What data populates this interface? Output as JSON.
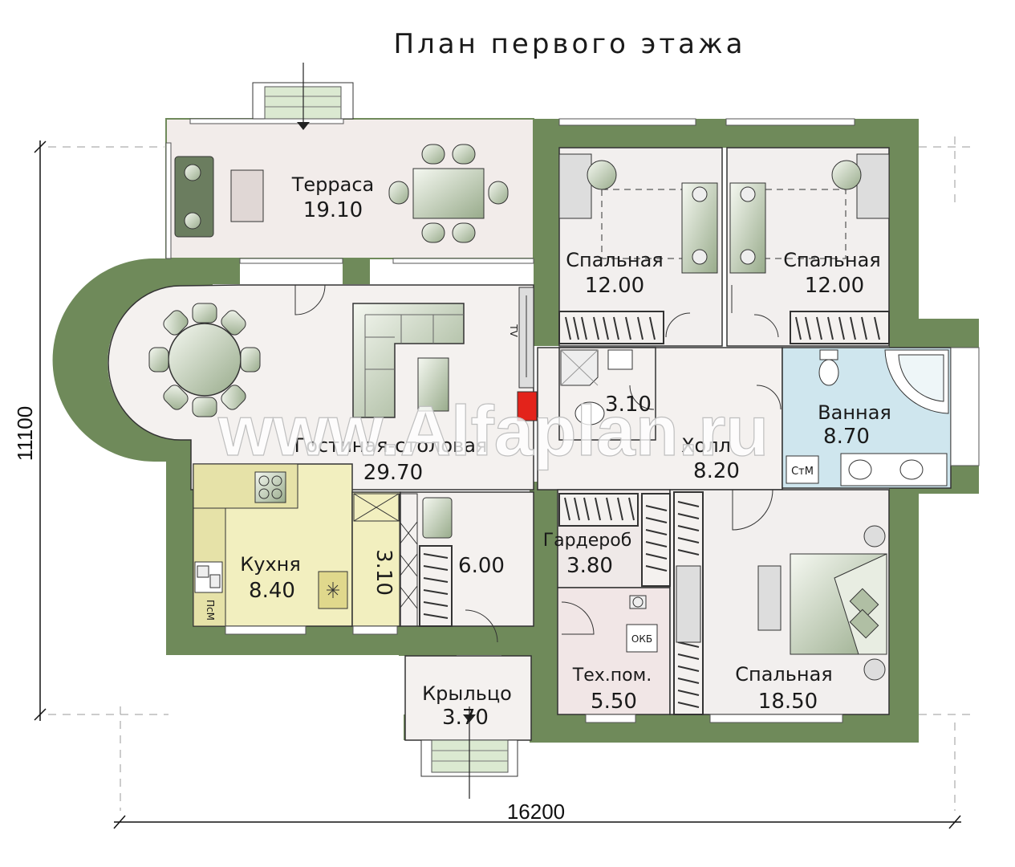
{
  "title": "План первого этажа",
  "watermark": "www.Alfaplan.ru",
  "dimensions": {
    "width": "16200",
    "height": "11100"
  },
  "rooms": [
    {
      "id": "terrace",
      "name": "Терраса",
      "area": "19.10"
    },
    {
      "id": "bedroom-1",
      "name": "Спальная",
      "area": "12.00"
    },
    {
      "id": "bedroom-2",
      "name": "Спальная",
      "area": "12.00"
    },
    {
      "id": "living",
      "name": "Гостиная-столовая",
      "area": "29.70"
    },
    {
      "id": "shower",
      "name": "",
      "area": "3.10"
    },
    {
      "id": "hall",
      "name": "Холл",
      "area": "8.20"
    },
    {
      "id": "bath",
      "name": "Ванная",
      "area": "8.70"
    },
    {
      "id": "kitchen",
      "name": "Кухня",
      "area": "8.40"
    },
    {
      "id": "pantry",
      "name": "",
      "area": "3.10"
    },
    {
      "id": "vestibule",
      "name": "",
      "area": "6.00"
    },
    {
      "id": "wardrobe",
      "name": "Гардероб",
      "area": "3.80"
    },
    {
      "id": "tech",
      "name": "Тех.пом.",
      "area": "5.50"
    },
    {
      "id": "bedroom-3",
      "name": "Спальная",
      "area": "18.50"
    },
    {
      "id": "porch",
      "name": "Крыльцо",
      "area": "3.70"
    }
  ],
  "fixtures": {
    "washer": "СтМ",
    "dishwasher": "ПсМ",
    "boiler": "ОКБ",
    "tv": "TV"
  },
  "colors": {
    "wall": "#6f8a5a",
    "terrace": "#f2ecea",
    "floor": "#f4f1ef",
    "bath": "#cfe6ee",
    "kitchen": "#f2efbf",
    "wardrobe": "#efe9e8",
    "furniture": "#b9c8ad",
    "fireplace": "#e3231b"
  }
}
